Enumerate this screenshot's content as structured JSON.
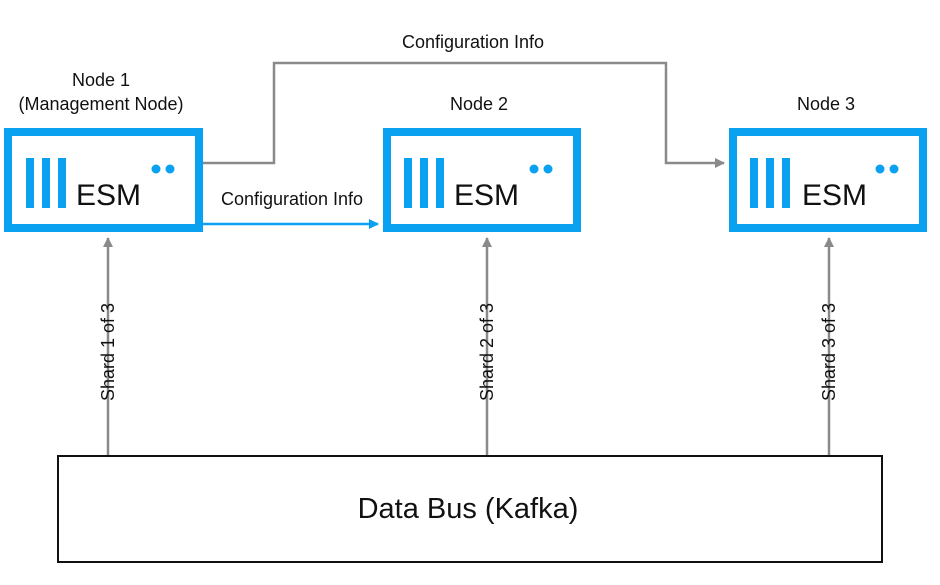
{
  "colors": {
    "accent": "#0aa1f0",
    "line_gray": "#8a8a8a",
    "text": "#111111",
    "border": "#111111"
  },
  "nodes": [
    {
      "title_line1": "Node 1",
      "title_line2": "(Management Node)",
      "logo_text": "ESM",
      "logo_icon": "esm-logo-icon"
    },
    {
      "title_line1": "Node 2",
      "title_line2": "",
      "logo_text": "ESM",
      "logo_icon": "esm-logo-icon"
    },
    {
      "title_line1": "Node 3",
      "title_line2": "",
      "logo_text": "ESM",
      "logo_icon": "esm-logo-icon"
    }
  ],
  "connections": {
    "config_direct_label": "Configuration Info",
    "config_top_label": "Configuration Info"
  },
  "shards": [
    {
      "label": "Shard 1 of 3"
    },
    {
      "label": "Shard 2 of 3"
    },
    {
      "label": "Shard 3 of 3"
    }
  ],
  "data_bus": {
    "label": "Data Bus (Kafka)"
  }
}
